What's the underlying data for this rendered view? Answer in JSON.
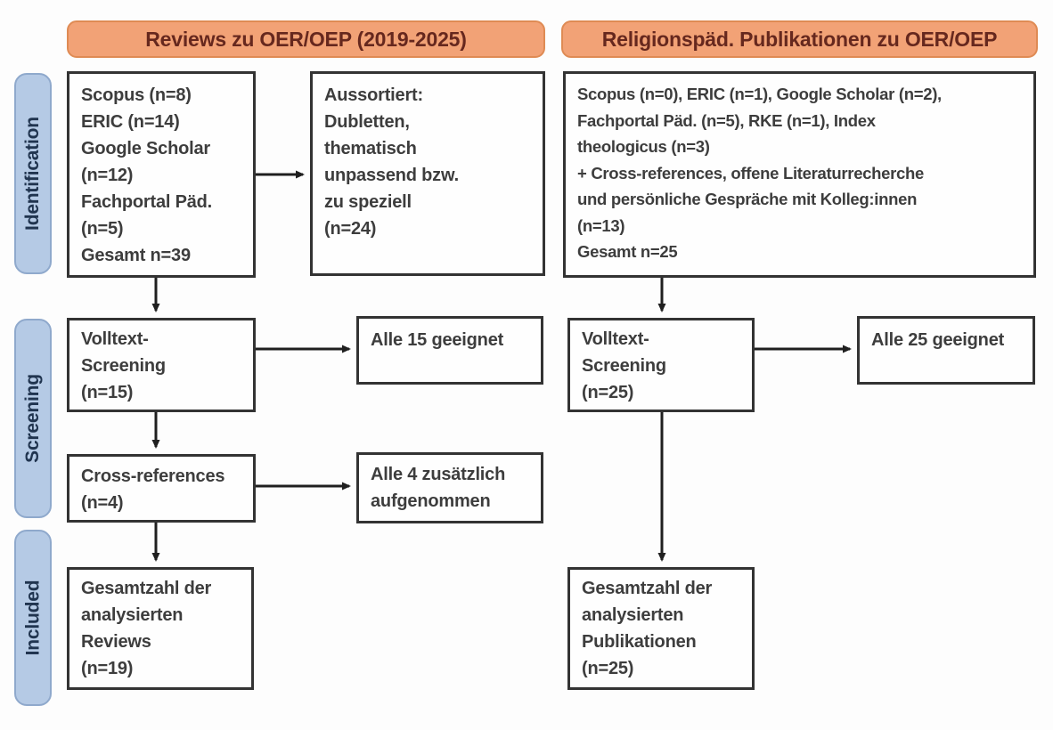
{
  "diagram": {
    "columns": {
      "reviews": {
        "header": "Reviews zu OER/OEP (2019-2025)"
      },
      "relpaed": {
        "header": "Religionspäd. Publikationen zu OER/OEP"
      }
    },
    "stages": {
      "identification": "Identification",
      "screening": "Screening",
      "included": "Included"
    },
    "boxes": {
      "reviews_sources": {
        "lines": [
          "Scopus (n=8)",
          "ERIC (n=14)",
          "Google Scholar",
          "(n=12)",
          "Fachportal Päd.",
          "(n=5)",
          "Gesamt n=39"
        ]
      },
      "reviews_excluded": {
        "lines": [
          "Aussortiert:",
          "Dubletten,",
          "thematisch",
          "unpassend bzw.",
          "zu speziell",
          "(n=24)"
        ]
      },
      "reviews_fulltext": {
        "lines": [
          "Volltext-",
          "Screening",
          "(n=15)"
        ]
      },
      "reviews_fulltext_result": {
        "lines": [
          "Alle 15 geeignet"
        ]
      },
      "reviews_crossref": {
        "lines": [
          "Cross-references",
          "(n=4)"
        ]
      },
      "reviews_crossref_result": {
        "lines": [
          "Alle 4 zusätzlich",
          "aufgenommen"
        ]
      },
      "reviews_included": {
        "lines": [
          "Gesamtzahl der",
          "analysierten",
          "Reviews",
          "(n=19)"
        ]
      },
      "relpaed_sources": {
        "lines": [
          "Scopus (n=0), ERIC (n=1), Google Scholar (n=2),",
          "Fachportal Päd. (n=5), RKE (n=1), Index",
          "theologicus (n=3)",
          "+ Cross-references, offene Literaturrecherche",
          "und persönliche Gespräche mit Kolleg:innen",
          "(n=13)",
          "Gesamt n=25"
        ]
      },
      "relpaed_fulltext": {
        "lines": [
          "Volltext-",
          "Screening",
          "(n=25)"
        ]
      },
      "relpaed_fulltext_result": {
        "lines": [
          "Alle 25 geeignet"
        ]
      },
      "relpaed_included": {
        "lines": [
          "Gesamtzahl der",
          "analysierten",
          "Publikationen",
          "(n=25)"
        ]
      }
    },
    "colors": {
      "header_fill": "#F2A276",
      "header_border": "#DF8B54",
      "header_text": "#66281E",
      "stage_fill": "#B5CAE5",
      "stage_border": "#8FA9CC",
      "stage_text": "#20344F",
      "box_border": "#333333",
      "box_text": "#3D3D3D",
      "arrow": "#1F1F1F"
    }
  }
}
